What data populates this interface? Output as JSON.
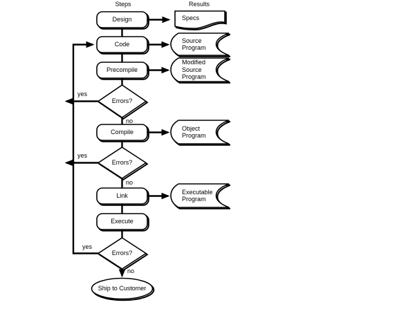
{
  "colors": {
    "ink": "#000000",
    "background": "#ffffff"
  },
  "headers": {
    "steps": "Steps",
    "results": "Results"
  },
  "process_steps": {
    "design": "Design",
    "code": "Code",
    "precompile": "Precompile",
    "compile": "Compile",
    "link": "Link",
    "execute": "Execute"
  },
  "decisions": {
    "after_precompile": {
      "label": "Errors?",
      "yes": "yes",
      "no": "no"
    },
    "after_compile": {
      "label": "Errors?",
      "yes": "yes",
      "no": "no"
    },
    "after_execute": {
      "label": "Errors?",
      "yes": "yes",
      "no": "no"
    }
  },
  "terminator": {
    "label": "Ship to Customer"
  },
  "results": {
    "specs": {
      "lines": [
        "Specs"
      ]
    },
    "source_program": {
      "lines": [
        "Source",
        "Program"
      ]
    },
    "modified_source_program": {
      "lines": [
        "Modified",
        "Source",
        "Program"
      ]
    },
    "object_program": {
      "lines": [
        "Object",
        "Program"
      ]
    },
    "executable_program": {
      "lines": [
        "Executable",
        "Program"
      ]
    }
  }
}
